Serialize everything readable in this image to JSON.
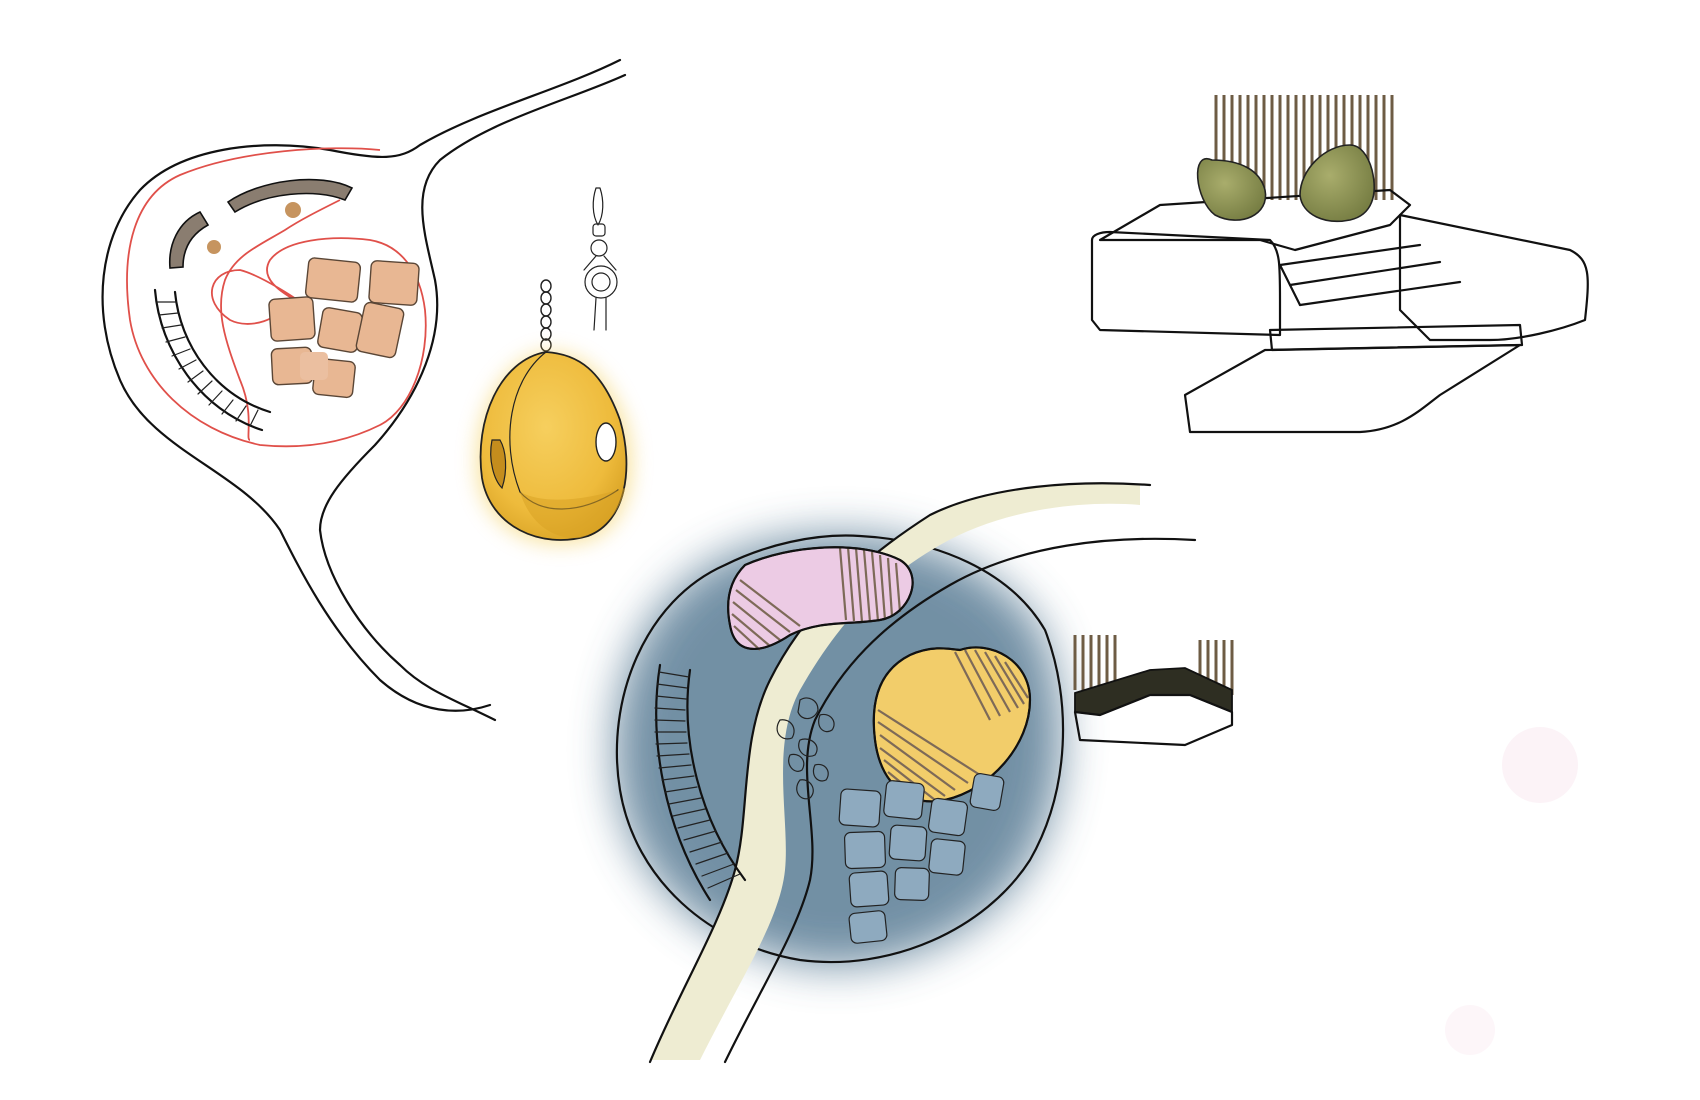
{
  "colors": {
    "background": "#ffffff",
    "ink": "#111111",
    "outline_red": "#e0504a",
    "tile_peach": "#e8b793",
    "arc_taupe": "#8a7d70",
    "dot_tan": "#c6945f",
    "pendant_gold": "#f0c24a",
    "pendant_gold_dark": "#d9a325",
    "plaza_blue": "#5a7d95",
    "path_cream": "#eeecd2",
    "pink_panel": "#eccbe4",
    "yellow_panel": "#f2cd6a",
    "stripe_brown": "#7d6a58",
    "pod_olive": "#8e9656",
    "slat_brown": "#6e5c44",
    "bench_dark": "#2e2e22"
  },
  "sketches": [
    {
      "name": "site-plan-sketch",
      "icon": "curved-path-plan"
    },
    {
      "name": "hanging-pod-sketch",
      "icon": "pendant-seat"
    },
    {
      "name": "pavilion-plan-sketch",
      "icon": "circular-plaza"
    },
    {
      "name": "tiered-platform-sketch",
      "icon": "stepped-platform"
    },
    {
      "name": "corner-bench-sketch",
      "icon": "bench-with-slats"
    }
  ]
}
